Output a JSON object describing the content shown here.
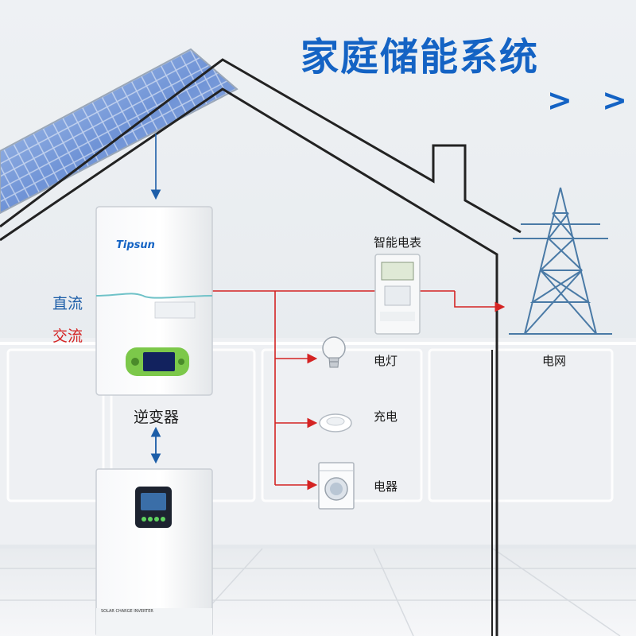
{
  "title": "家庭储能系统",
  "title_chevrons": "> >",
  "legend": {
    "dc": "直流",
    "ac": "交流",
    "dc_color": "#1d5ea8",
    "ac_color": "#d42323"
  },
  "nodes": {
    "battery_brand": "Tipsun",
    "inverter": "逆变器",
    "smart_meter": "智能电表",
    "grid": "电网",
    "lamp": "电灯",
    "charging": "充电",
    "appliance": "电器",
    "inverter_plate": "SOLAR CHARGE INVERTER"
  },
  "icons": [
    "solar-panel-icon",
    "battery-icon",
    "inverter-icon",
    "smart-meter-icon",
    "power-tower-icon",
    "light-bulb-icon",
    "wireless-charger-icon",
    "washing-machine-icon",
    "house-outline-icon"
  ],
  "colors": {
    "title": "#1463c4",
    "dc_wire": "#1d5ea8",
    "ac_wire": "#d42323"
  }
}
